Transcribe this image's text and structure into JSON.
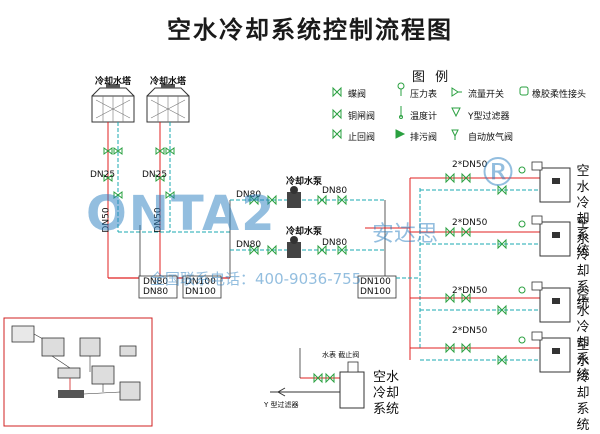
{
  "title": "空水冷却系统控制流程图",
  "cooling_towers": [
    "冷却水塔",
    "冷却水塔"
  ],
  "pumps": [
    "冷却水泵",
    "冷却水泵"
  ],
  "pipe_labels": {
    "dn25_a": "DN25",
    "dn25_b": "DN25",
    "dn50_a": "DN50",
    "dn50_b": "DN50",
    "dn80_top": "DN80",
    "dn80_bot": "DN80",
    "dn80_r1": "DN80",
    "dn80_r2": "DN80",
    "dn80_l1": "DN80",
    "dn80_l2": "DN80",
    "dn100_l1": "DN100",
    "dn100_l2": "DN100",
    "dn100_r1": "DN100",
    "dn100_r2": "DN100",
    "branch": "2*DN50"
  },
  "legend": {
    "title": "图  例",
    "items": [
      "蝶阀",
      "压力表",
      "流量开关",
      "橡胶柔性接头",
      "铜闸阀",
      "温度计",
      "Y型过滤器",
      "止回阀",
      "排污阀",
      "自动放气阀"
    ]
  },
  "systems": [
    "空水冷却系统",
    "空水冷却系统",
    "空水冷却系统",
    "空水冷却系统"
  ],
  "bottom_system": "空水冷却系统",
  "bottom_labels": {
    "water_meter": "水表 截止阀",
    "y_filter": "Y 型过滤器"
  },
  "watermark": {
    "logo": "ONTA2",
    "registered": "®",
    "cn": "安达思",
    "phone": "全国联系电话：400-9036-755"
  },
  "colors": {
    "supply": "#e02020",
    "return": "#1aa8b0",
    "equipment": "#333333",
    "valve": "#2aa040",
    "watermark": "#2a7fc0"
  }
}
